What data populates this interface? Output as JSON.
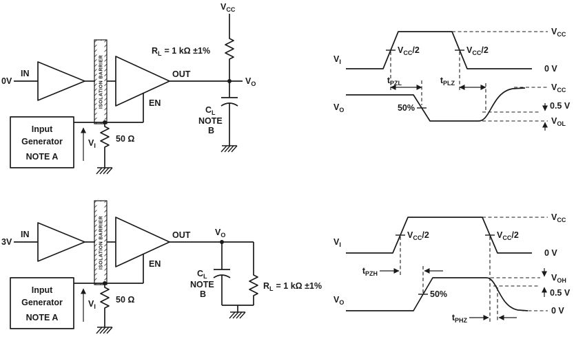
{
  "figure": {
    "ink": "#1a1a1a",
    "background": "#ffffff"
  },
  "sym": {
    "v": "V",
    "sub_cc": "CC",
    "sub_o": "O",
    "sub_i": "I",
    "sub_l": "L",
    "sub_ol": "OL",
    "sub_oh": "OH",
    "r": "R",
    "c": "C",
    "t": "t",
    "sub_pzl": "PZL",
    "sub_plz": "PLZ",
    "sub_pzh": "PZH",
    "sub_phz": "PHZ",
    "half": "/2",
    "rl_value": "= 1 kΩ ±1%",
    "r50": "50 Ω",
    "pct50": "50%",
    "v0": "0 V",
    "v05": "0.5 V"
  },
  "circuit": {
    "in": "IN",
    "out": "OUT",
    "en": "EN",
    "barrier": "ISOLATION BARRIER",
    "gen_line1": "Input",
    "gen_line2": "Generator",
    "gen_line3": "NOTE A",
    "note": "NOTE",
    "note_b": "B",
    "level_top": "0V",
    "level_bottom": "3V"
  }
}
